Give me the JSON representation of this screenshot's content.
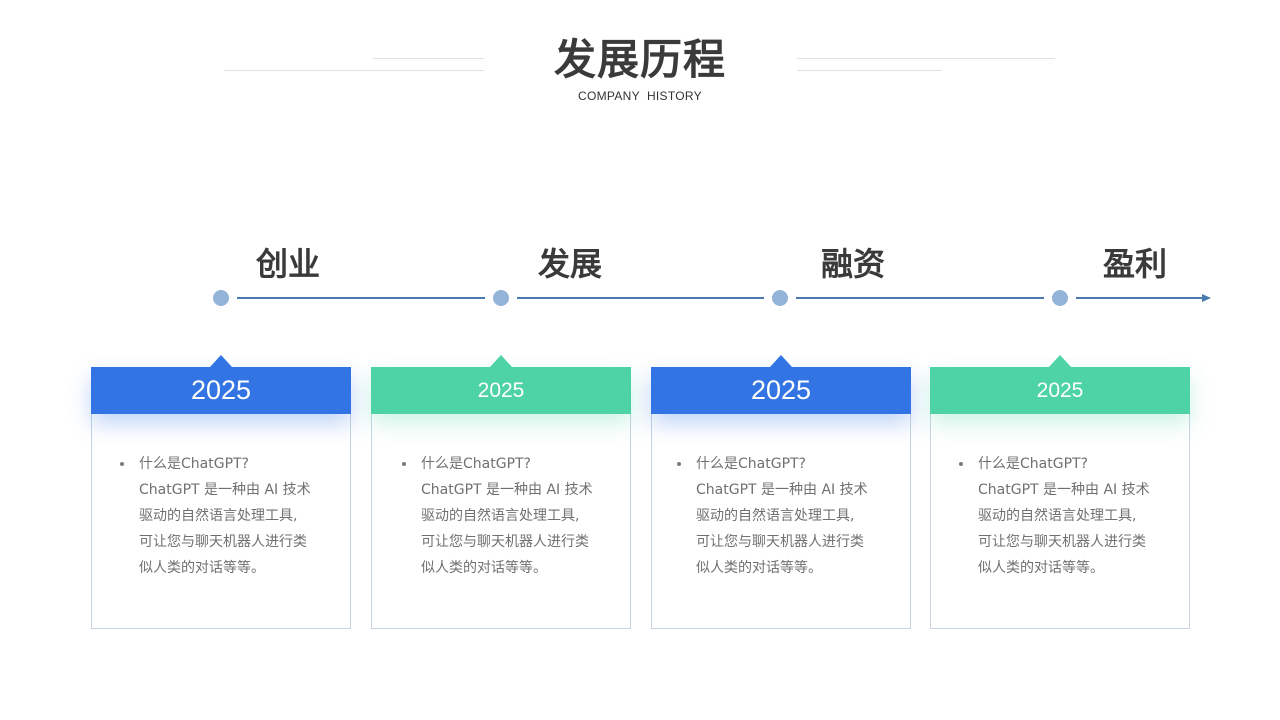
{
  "header": {
    "title": "发展历程",
    "subtitle": "COMPANY  HISTORY"
  },
  "timeline": {
    "stages": [
      {
        "label": "创业"
      },
      {
        "label": "发展"
      },
      {
        "label": "融资"
      },
      {
        "label": "盈利"
      }
    ]
  },
  "cards": [
    {
      "year": "2025",
      "color": "#3274e3",
      "lines": [
        "什么是ChatGPT?",
        "ChatGPT 是一种由 AI 技术",
        "驱动的自然语言处理工具,",
        "可让您与聊天机器人进行类",
        "似人类的对话等等。"
      ]
    },
    {
      "year": "2025",
      "color": "#4dd3a6",
      "lines": [
        "什么是ChatGPT?",
        "ChatGPT 是一种由 AI 技术",
        "驱动的自然语言处理工具,",
        "可让您与聊天机器人进行类",
        "似人类的对话等等。"
      ]
    },
    {
      "year": "2025",
      "color": "#3274e3",
      "lines": [
        "什么是ChatGPT?",
        "ChatGPT 是一种由 AI 技术",
        "驱动的自然语言处理工具,",
        "可让您与聊天机器人进行类",
        "似人类的对话等等。"
      ]
    },
    {
      "year": "2025",
      "color": "#4dd3a6",
      "lines": [
        "什么是ChatGPT?",
        "ChatGPT 是一种由 AI 技术",
        "驱动的自然语言处理工具,",
        "可让您与聊天机器人进行类",
        "似人类的对话等等。"
      ]
    }
  ],
  "colors": {
    "accent_blue": "#3274e3",
    "accent_green": "#4dd3a6",
    "timeline_line": "#4a7bb0",
    "timeline_dot": "#94b3d8"
  }
}
